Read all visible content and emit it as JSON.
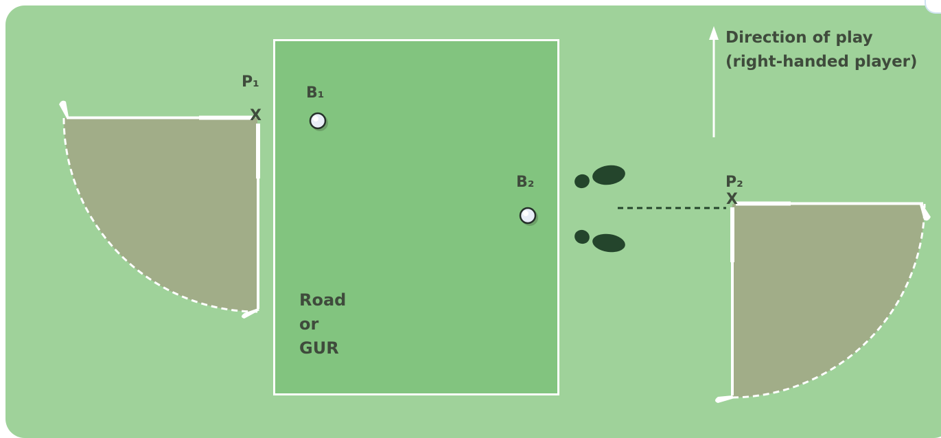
{
  "labels": {
    "p1": "P₁",
    "p2": "P₂",
    "b1": "B₁",
    "b2": "B₂",
    "x_mark": "X"
  },
  "direction": {
    "line1": "Direction of play",
    "line2": "(right-handed player)"
  },
  "area": {
    "line1": "Road",
    "line2": "or",
    "line3": "GUR"
  },
  "colors": {
    "fairway": "#9fd29a",
    "area_fill": "#82c47f",
    "relief_area": "#a1ad88",
    "text": "#3f4b3c",
    "footprints": "#24452c"
  }
}
